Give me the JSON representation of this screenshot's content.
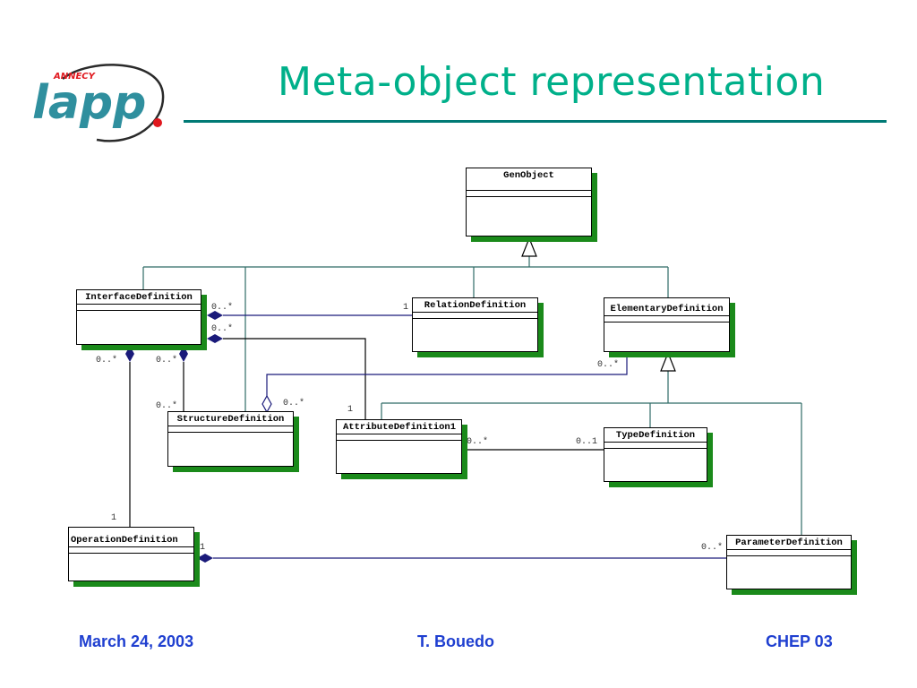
{
  "header": {
    "title": "Meta-object representation",
    "logo_text": "lapp",
    "logo_subtext": "ANNECY"
  },
  "classes": [
    {
      "id": "genobject",
      "name": "GenObject"
    },
    {
      "id": "interface",
      "name": "InterfaceDefinition"
    },
    {
      "id": "relation",
      "name": "RelationDefinition"
    },
    {
      "id": "elementary",
      "name": "ElementaryDefinition"
    },
    {
      "id": "structure",
      "name": "StructureDefinition"
    },
    {
      "id": "attribute",
      "name": "AttributeDefinition1"
    },
    {
      "id": "type",
      "name": "TypeDefinition"
    },
    {
      "id": "operation",
      "name": "OperationDefinition"
    },
    {
      "id": "parameter",
      "name": "ParameterDefinition"
    }
  ],
  "multiplicities": {
    "m1": "0..*",
    "m2": "1",
    "m3": "0..*",
    "m4": "0..*",
    "m5": "0..*",
    "m6": "0..*",
    "m7": "0..*",
    "m8": "0..*",
    "m9": "1",
    "m10": "0..*",
    "m11": "0..1",
    "m12": "1",
    "m13": "1",
    "m14": "0..*"
  },
  "footer": {
    "date": "March 24, 2003",
    "author": "T. Bouedo",
    "conference": "CHEP 03"
  },
  "colors": {
    "title": "#00b08a",
    "rule": "#007a75",
    "footer": "#1f3fd0",
    "shadow": "#1a8a1a",
    "composition": "#1a1a7a",
    "generalization_line": "#2e6b66",
    "logo_blue": "#2f8f9e",
    "logo_red": "#e0181e"
  }
}
